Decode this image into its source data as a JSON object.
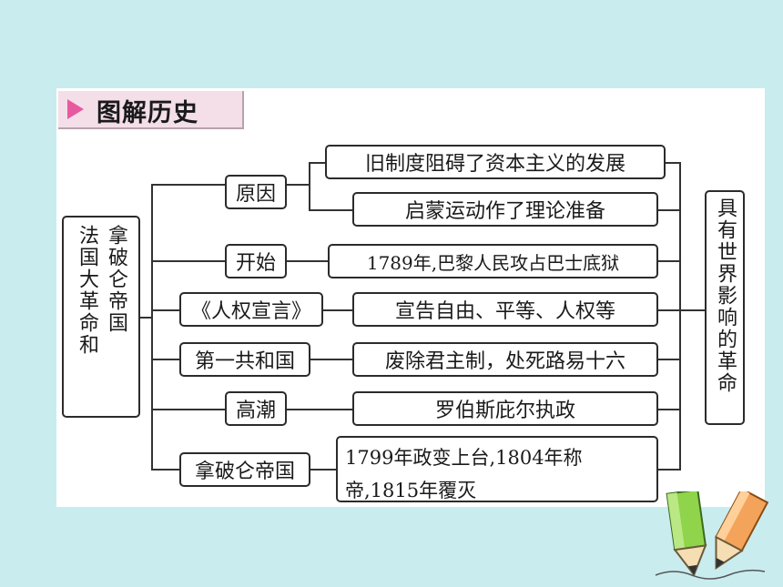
{
  "header": {
    "title": "图解历史"
  },
  "root": {
    "lines": [
      "拿破仑帝国",
      "法国大革命和"
    ]
  },
  "right_box": {
    "label": "具有世界影响的革命"
  },
  "topics": [
    {
      "label": "原因"
    },
    {
      "label": "开始"
    },
    {
      "label": "《人权宣言》"
    },
    {
      "label": "第一共和国"
    },
    {
      "label": "高潮"
    },
    {
      "label": "拿破仑帝国"
    }
  ],
  "results": [
    {
      "text": "旧制度阻碍了资本主义的发展"
    },
    {
      "text": "启蒙运动作了理论准备"
    },
    {
      "text": "1789年,巴黎人民攻占巴士底狱"
    },
    {
      "text": "宣告自由、平等、人权等"
    },
    {
      "text": "废除君主制，处死路易十六"
    },
    {
      "text": "罗伯斯庇尔执政"
    },
    {
      "text": "1799年政变上台,1804年称帝,1815年覆灭"
    }
  ],
  "colors": {
    "background": "#c9ecef",
    "header_accent": "#e85aa0",
    "header_bg": "#f4dfe8"
  }
}
